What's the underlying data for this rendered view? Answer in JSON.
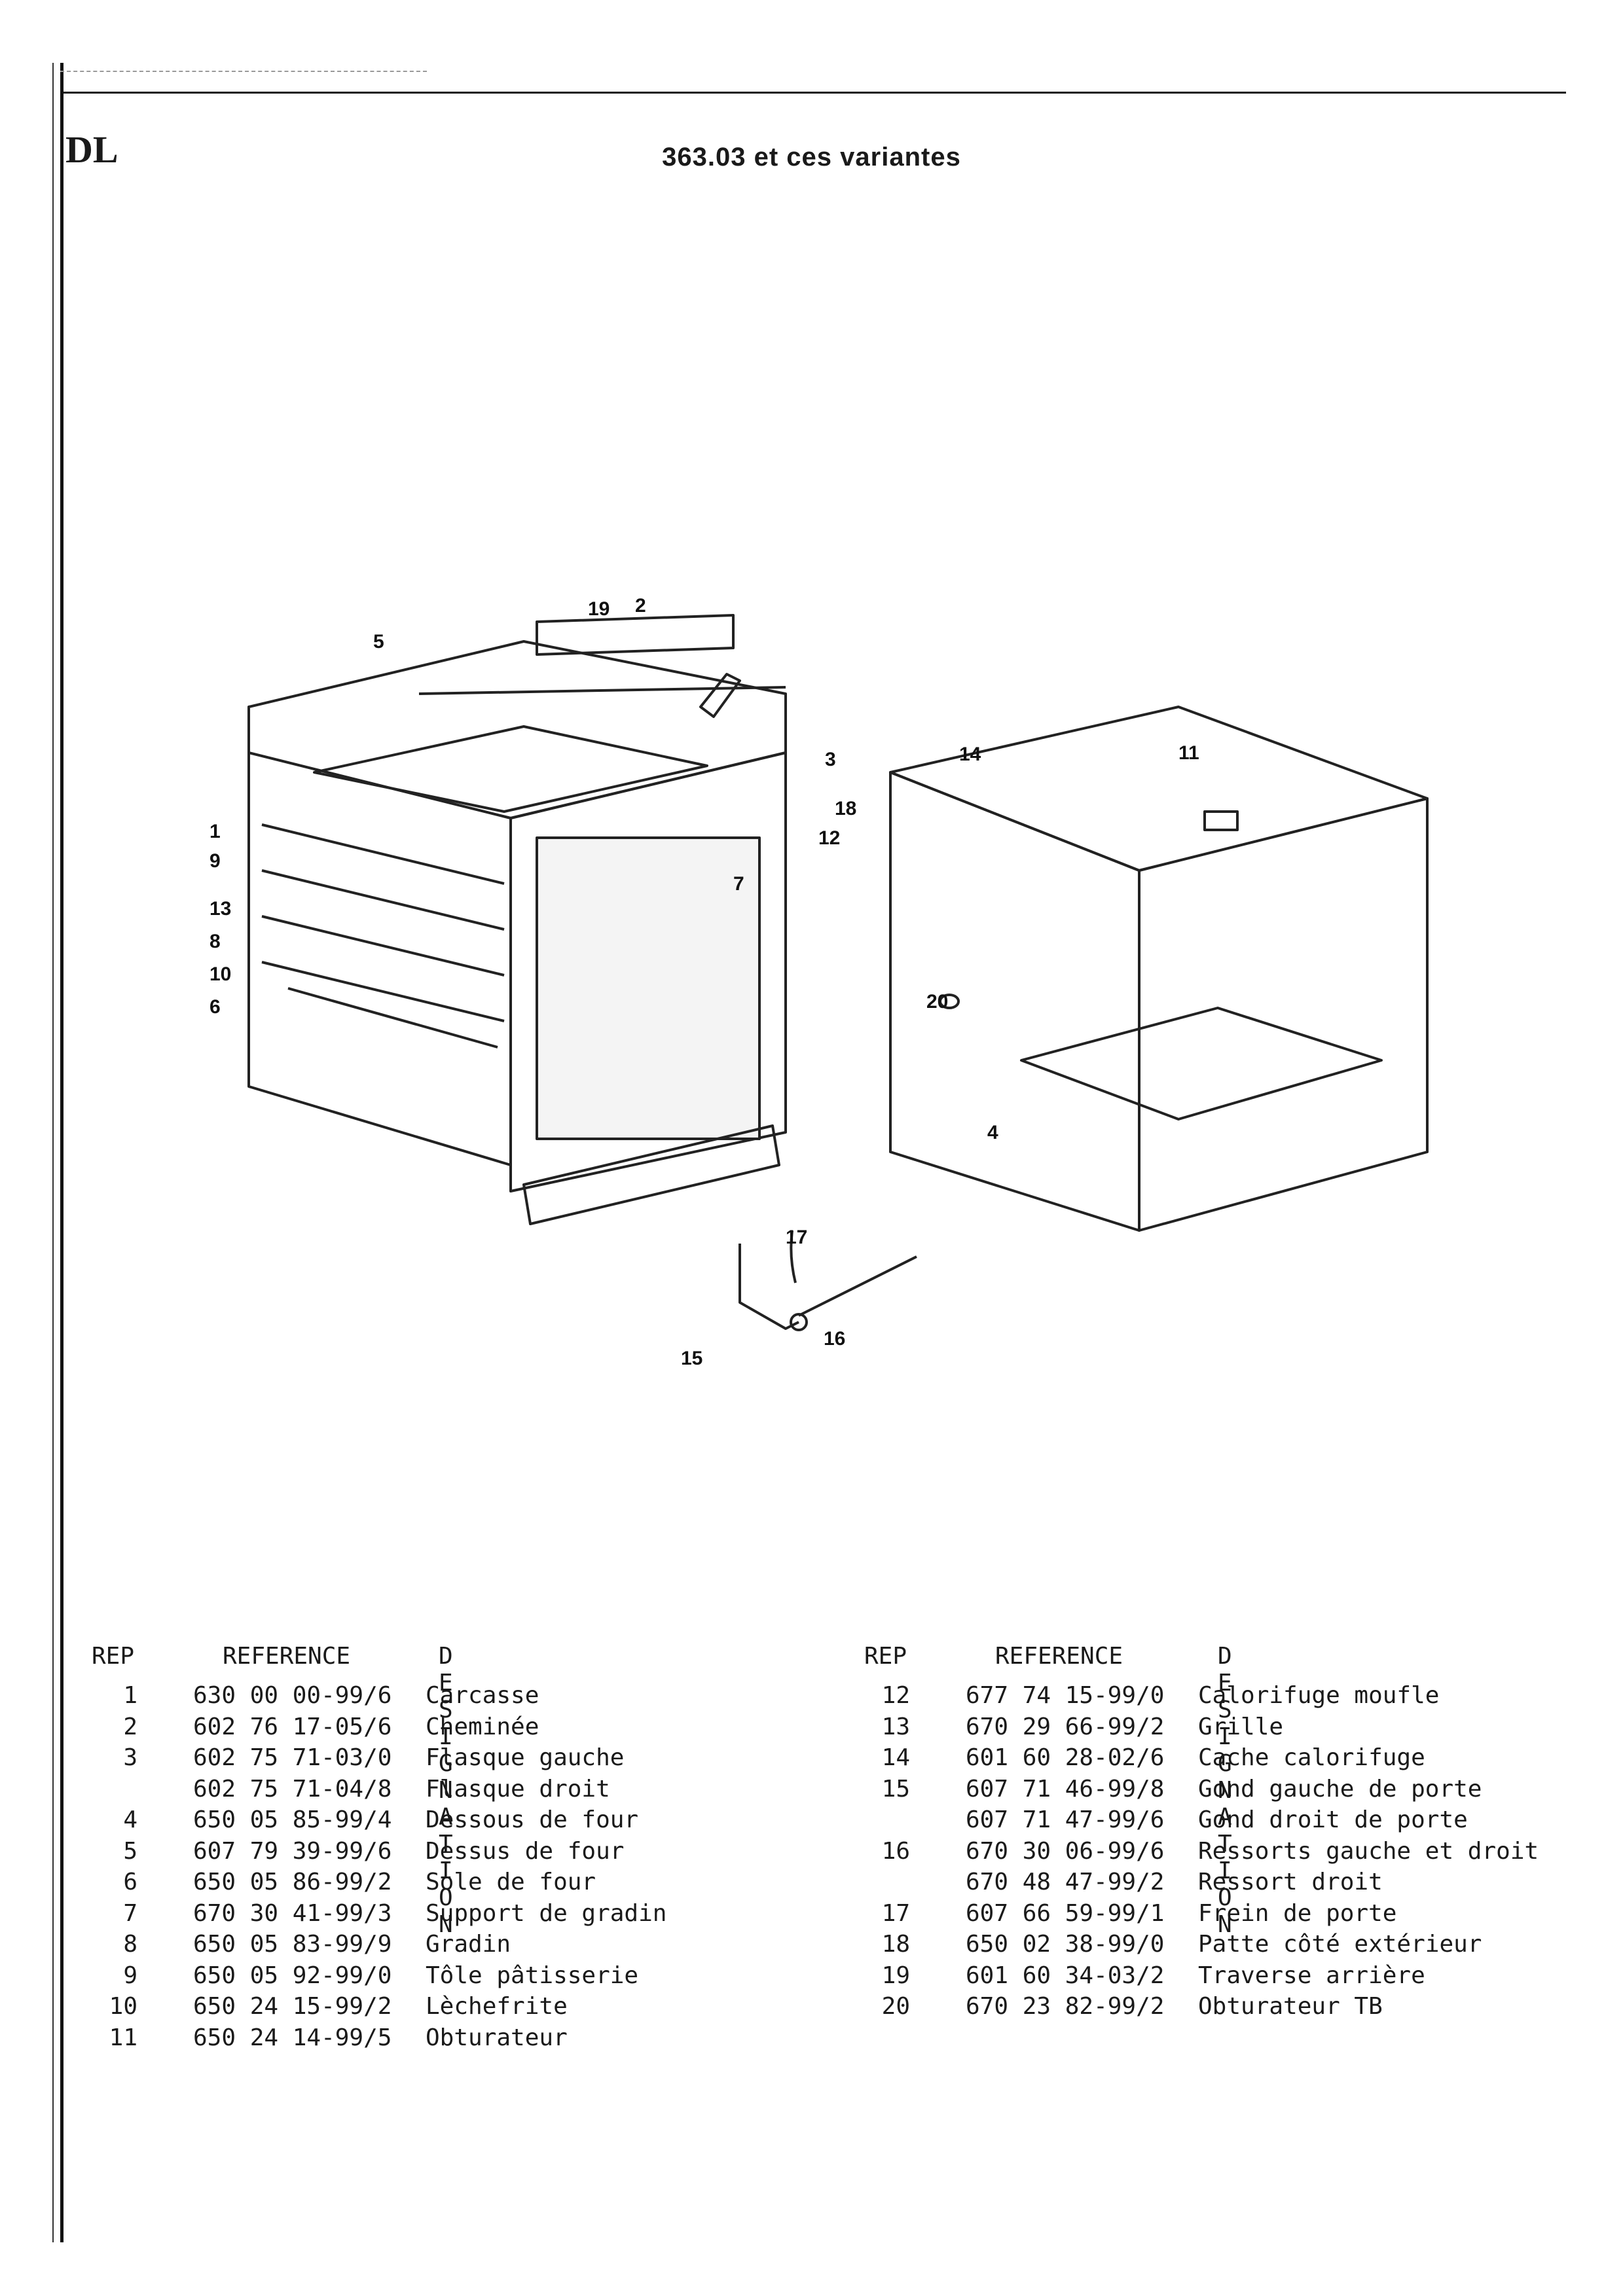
{
  "header": {
    "logo_text": "DL",
    "title": "363.03 et ces variantes"
  },
  "diagram": {
    "callouts": [
      "1",
      "2",
      "3",
      "4",
      "5",
      "6",
      "7",
      "8",
      "9",
      "10",
      "11",
      "12",
      "13",
      "14",
      "15",
      "16",
      "17",
      "18",
      "19",
      "20"
    ]
  },
  "table": {
    "headers": {
      "rep": "REP",
      "reference": "REFERENCE",
      "designation": "D E S I G N A T I O N"
    },
    "left_rows": [
      {
        "rep": "1",
        "reference": "630 00 00-99/6",
        "designation": "Carcasse"
      },
      {
        "rep": "2",
        "reference": "602 76 17-05/6",
        "designation": "Cheminée"
      },
      {
        "rep": "3",
        "reference": "602 75 71-03/0",
        "designation": "Flasque gauche"
      },
      {
        "rep": "",
        "reference": "602 75 71-04/8",
        "designation": "Flasque droit"
      },
      {
        "rep": "4",
        "reference": "650 05 85-99/4",
        "designation": "Dessous de four"
      },
      {
        "rep": "5",
        "reference": "607 79 39-99/6",
        "designation": "Dessus de four"
      },
      {
        "rep": "6",
        "reference": "650 05 86-99/2",
        "designation": "Sole de four"
      },
      {
        "rep": "7",
        "reference": "670 30 41-99/3",
        "designation": "Support de gradin"
      },
      {
        "rep": "8",
        "reference": "650 05 83-99/9",
        "designation": "Gradin"
      },
      {
        "rep": "9",
        "reference": "650 05 92-99/0",
        "designation": "Tôle  pâtisserie"
      },
      {
        "rep": "10",
        "reference": "650 24 15-99/2",
        "designation": "Lèchefrite"
      },
      {
        "rep": "11",
        "reference": "650 24 14-99/5",
        "designation": "Obturateur"
      }
    ],
    "right_rows": [
      {
        "rep": "12",
        "reference": "677 74 15-99/0",
        "designation": "Calorifuge moufle"
      },
      {
        "rep": "13",
        "reference": "670 29 66-99/2",
        "designation": "Grille"
      },
      {
        "rep": "14",
        "reference": "601 60 28-02/6",
        "designation": "Cache calorifuge"
      },
      {
        "rep": "15",
        "reference": "607 71 46-99/8",
        "designation": "Gond gauche de porte"
      },
      {
        "rep": "",
        "reference": "607 71 47-99/6",
        "designation": "Gond droit de porte"
      },
      {
        "rep": "16",
        "reference": "670 30 06-99/6",
        "designation": "Ressorts gauche et droit"
      },
      {
        "rep": "",
        "reference": "670 48 47-99/2",
        "designation": "Ressort droit"
      },
      {
        "rep": "17",
        "reference": "607 66 59-99/1",
        "designation": "Frein de porte"
      },
      {
        "rep": "18",
        "reference": "650 02 38-99/0",
        "designation": "Patte côté extérieur"
      },
      {
        "rep": "19",
        "reference": "601 60 34-03/2",
        "designation": "Traverse arrière"
      },
      {
        "rep": "20",
        "reference": "670 23 82-99/2",
        "designation": "Obturateur TB"
      }
    ]
  }
}
